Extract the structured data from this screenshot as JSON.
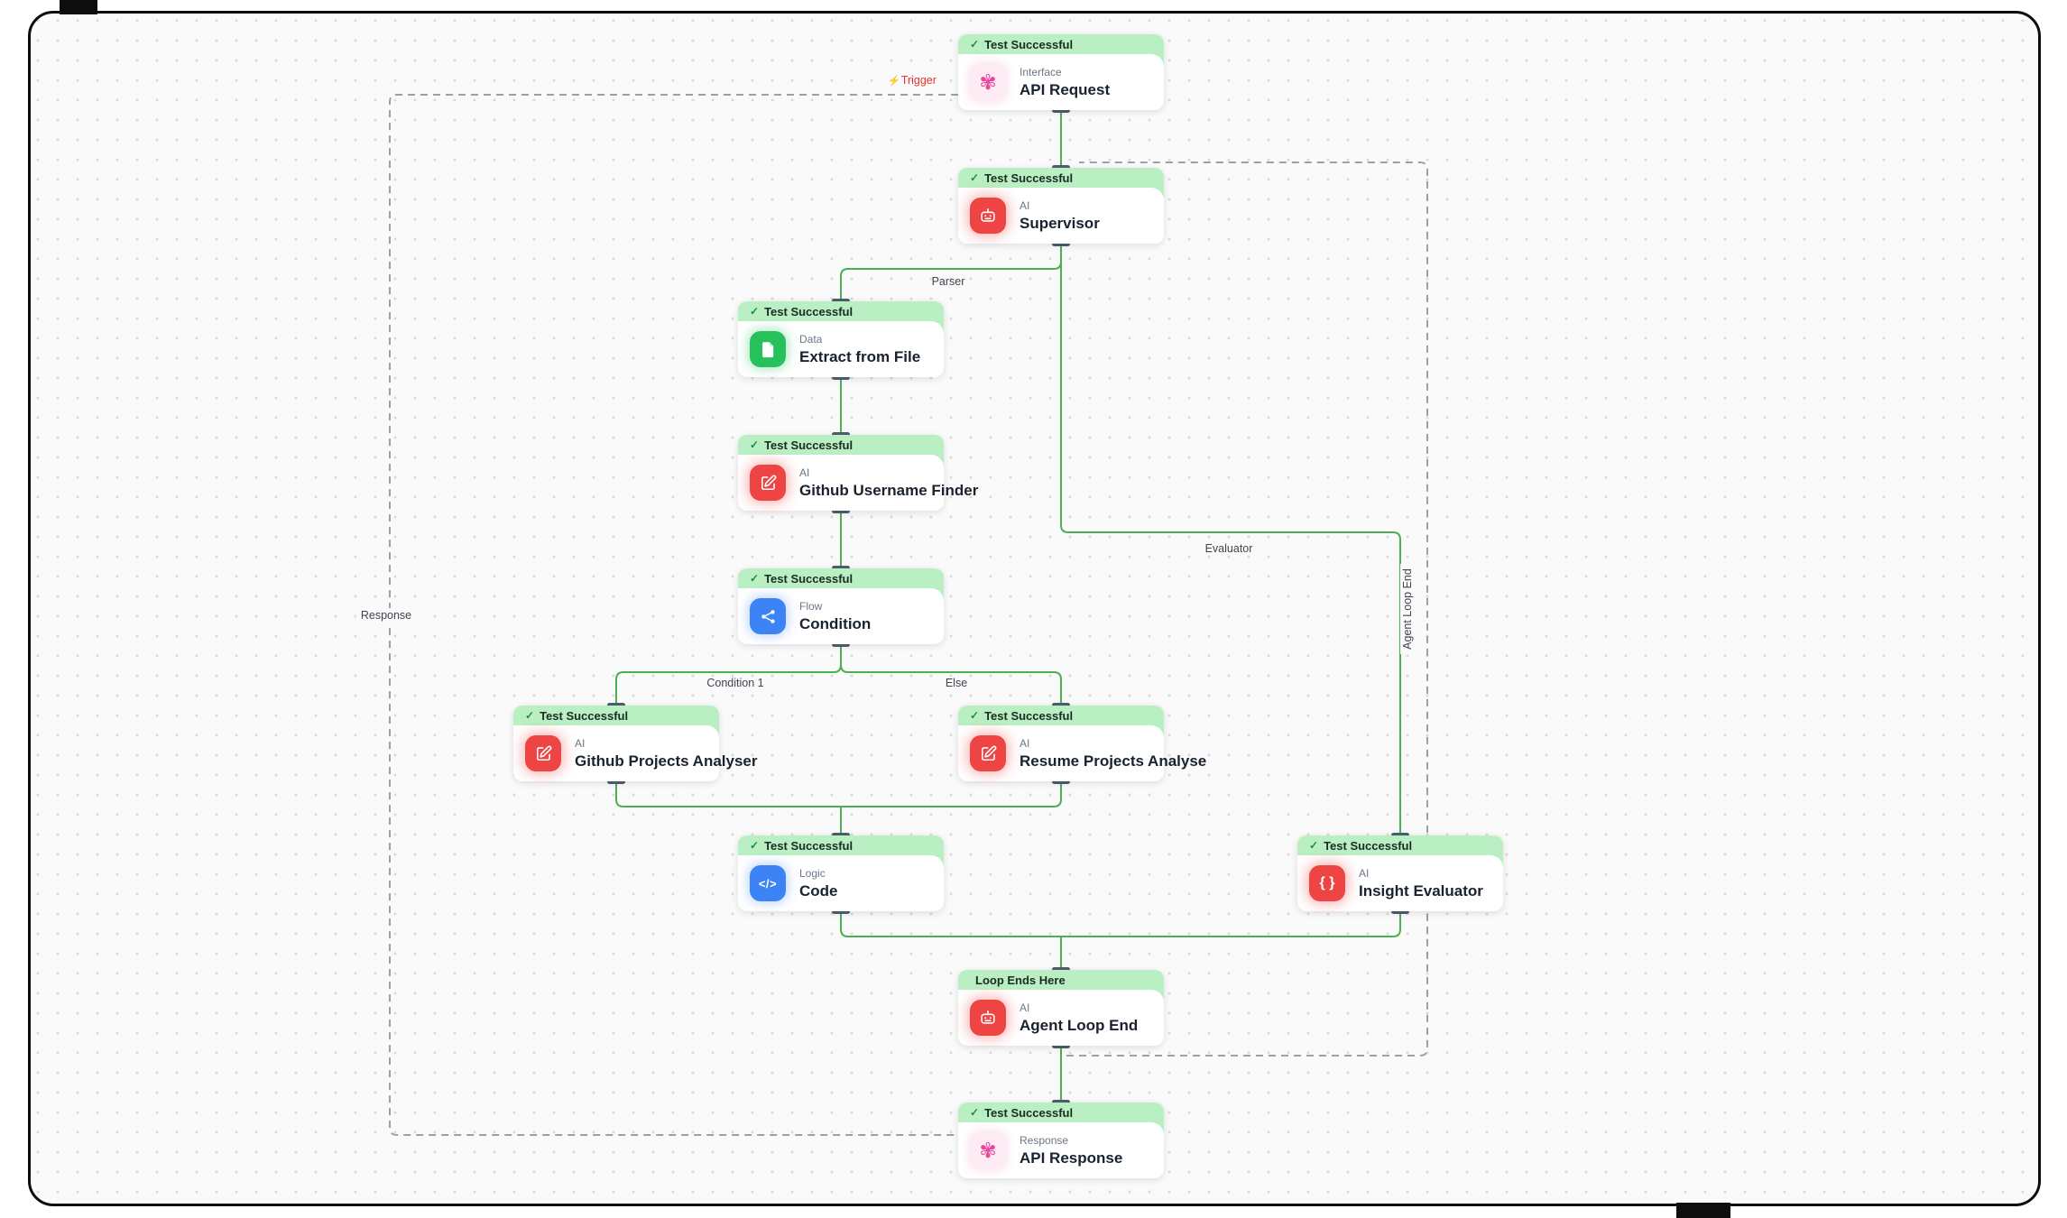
{
  "colors": {
    "canvas_bg": "#fafafa",
    "edge_green": "#4caf50",
    "header_green": "#b9efc3",
    "dashed_gray": "#9aa1ab",
    "handle_slate": "#4d5e6e",
    "trigger_red": "#e4372e",
    "node_red": "#ef4444",
    "node_blue": "#3c83f6",
    "node_green": "#27c15c",
    "node_pink": "#e8489b"
  },
  "nodes": [
    {
      "id": "api-request",
      "check": "✓",
      "header": "Test Successful",
      "category": "Interface",
      "title": "API Request",
      "icon": "flower-icon"
    },
    {
      "id": "supervisor",
      "check": "✓",
      "header": "Test Successful",
      "category": "AI",
      "title": "Supervisor",
      "icon": "robot-icon"
    },
    {
      "id": "extract-from-file",
      "check": "✓",
      "header": "Test Successful",
      "category": "Data",
      "title": "Extract from File",
      "icon": "document-icon"
    },
    {
      "id": "github-username-finder",
      "check": "✓",
      "header": "Test Successful",
      "category": "AI",
      "title": "Github Username Finder",
      "icon": "edit-square-icon"
    },
    {
      "id": "condition",
      "check": "✓",
      "header": "Test Successful",
      "category": "Flow",
      "title": "Condition",
      "icon": "branch-icon"
    },
    {
      "id": "github-projects-analyser",
      "check": "✓",
      "header": "Test Successful",
      "category": "AI",
      "title": "Github Projects Analyser",
      "icon": "edit-square-icon"
    },
    {
      "id": "resume-projects-analyse",
      "check": "✓",
      "header": "Test Successful",
      "category": "AI",
      "title": "Resume Projects Analyse",
      "icon": "edit-square-icon"
    },
    {
      "id": "code",
      "check": "✓",
      "header": "Test Successful",
      "category": "Logic",
      "title": "Code",
      "icon": "code-icon"
    },
    {
      "id": "insight-evaluator",
      "check": "✓",
      "header": "Test Successful",
      "category": "AI",
      "title": "Insight Evaluator",
      "icon": "braces-icon"
    },
    {
      "id": "agent-loop-end",
      "check": "",
      "header": "Loop Ends Here",
      "category": "AI",
      "title": "Agent Loop End",
      "icon": "robot-icon"
    },
    {
      "id": "api-response",
      "check": "✓",
      "header": "Test Successful",
      "category": "Response",
      "title": "API Response",
      "icon": "flower-icon"
    }
  ],
  "edge_labels": {
    "trigger_bolt": "⚡",
    "trigger": "Trigger",
    "parser": "Parser",
    "evaluator": "Evaluator",
    "condition1": "Condition 1",
    "else_branch": "Else",
    "response": "Response",
    "agent_loop_end": "Agent Loop End"
  }
}
